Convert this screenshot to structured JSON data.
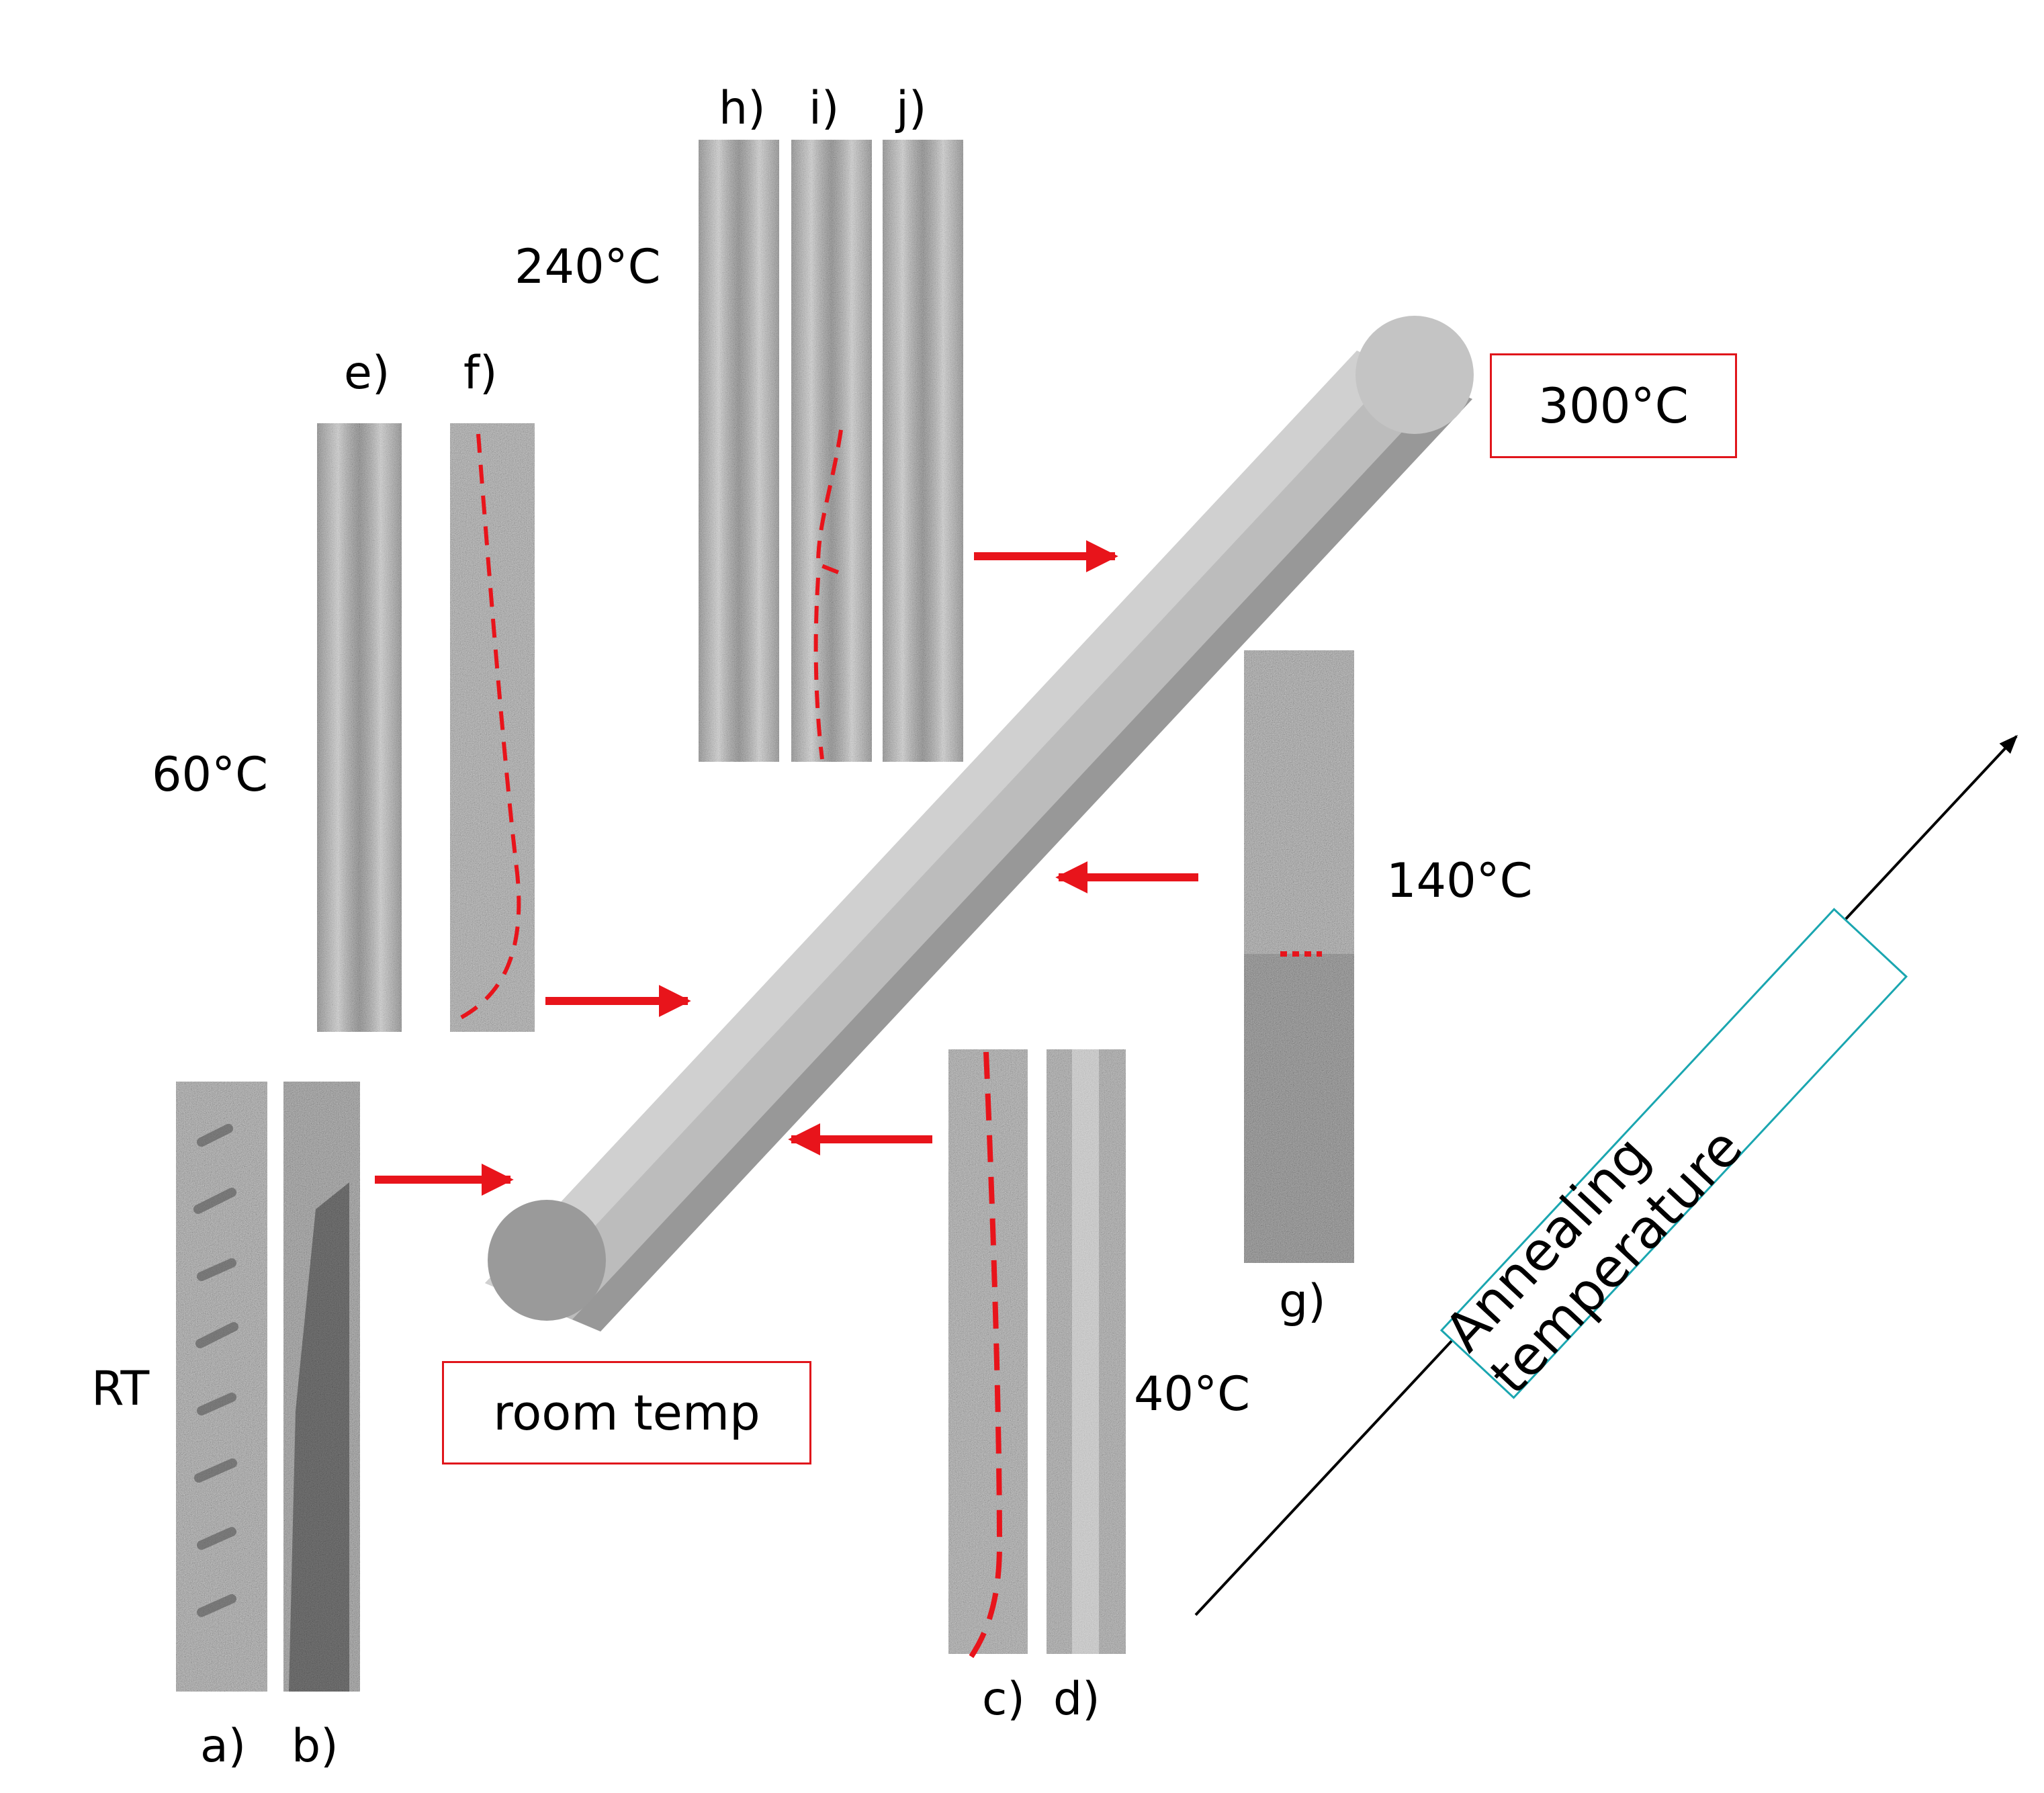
{
  "panels": {
    "a": "a)",
    "b": "b)",
    "c": "c)",
    "d": "d)",
    "e": "e)",
    "f": "f)",
    "g": "g)",
    "h": "h)",
    "i": "i)",
    "j": "j)"
  },
  "temperatures": {
    "rt": "RT",
    "t40": "40°C",
    "t60": "60°C",
    "t140": "140°C",
    "t240": "240°C"
  },
  "boxes": {
    "start": "room temp",
    "end": "300°C"
  },
  "axis": {
    "label": "Annealing temperature"
  },
  "colors": {
    "arrow": "#e8141b",
    "trace": "#e8141b",
    "start_box_border": "#e0151b",
    "axis_box_border": "#1aa6b0",
    "rod": "#b5b5b5"
  }
}
